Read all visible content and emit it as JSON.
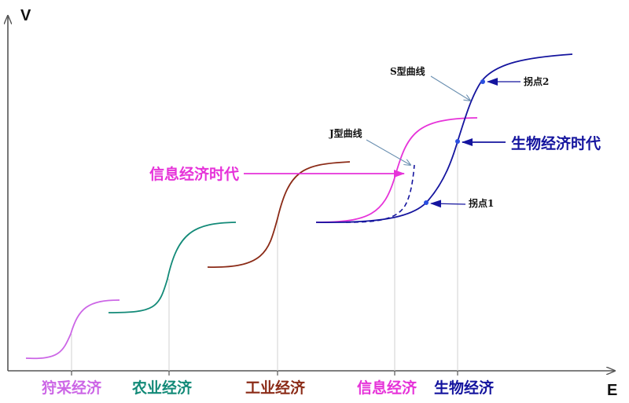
{
  "axes": {
    "y_label": "V",
    "x_label": "E"
  },
  "colors": {
    "hunting": "#cc66e6",
    "agriculture": "#138a78",
    "industry": "#8b2b17",
    "information": "#e633d9",
    "bio": "#14149e",
    "axis": "#555555"
  },
  "eras": [
    {
      "id": "hunting",
      "label": "狩采经济"
    },
    {
      "id": "agriculture",
      "label": "农业经济"
    },
    {
      "id": "industry",
      "label": "工业经济"
    },
    {
      "id": "information",
      "label": "信息经济"
    },
    {
      "id": "bio",
      "label": "生物经济"
    }
  ],
  "callouts": {
    "information_era": "信息经济时代",
    "bio_era": "生物经济时代"
  },
  "annotations": {
    "s_curve": "S型曲线",
    "j_curve": "J型曲线",
    "inflection_1": "拐点1",
    "inflection_2": "拐点2"
  }
}
